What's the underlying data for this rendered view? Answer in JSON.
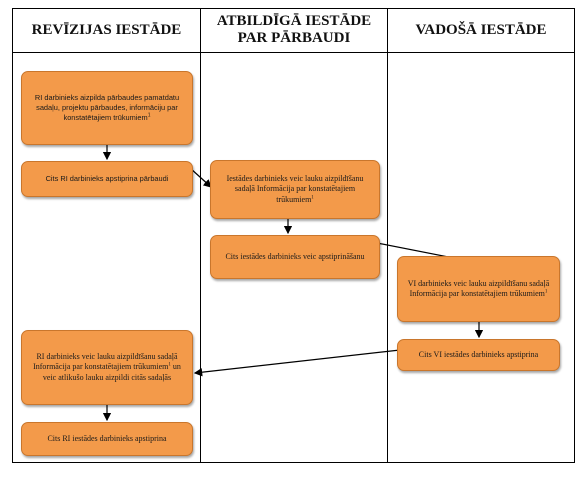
{
  "lanes": [
    {
      "title": "REVĪZIJAS IESTĀDE"
    },
    {
      "title": "ATBILDĪGĀ IESTĀDE PAR PĀRBAUDI"
    },
    {
      "title": "VADOŠĀ IESTĀDE"
    }
  ],
  "steps": {
    "ri_fill": {
      "text": "RI darbinieks aizpilda pārbaudes pamatdatu sadaļu, projektu pārbaudes, informāciju par konstatētajiem trūkumiem",
      "note": "1"
    },
    "ri_approve": {
      "text": "Cits RI darbinieks apstiprina pārbaudi"
    },
    "ai_fill": {
      "text": "Iestādes darbinieks veic lauku aizpildīšanu sadaļā Informācija par konstatētajiem trūkumiem",
      "note": "1"
    },
    "ai_approve": {
      "text": "Cits iestādes darbinieks veic apstiprināšanu"
    },
    "vi_fill": {
      "text": "VI darbinieks veic lauku aizpildīšanu sadaļā Informācija par konstatētajiem trūkumiem",
      "note": "1"
    },
    "vi_approve": {
      "text": "Cits VI iestādes darbinieks apstiprina"
    },
    "ri_final_fill": {
      "text_a": "RI darbinieks veic lauku aizpildīšanu sadaļā Informācija par konstatētajiem trūkumiem",
      "note": "1",
      "text_b": " un veic atlikušo lauku aizpildi citās sadaļās"
    },
    "ri_final_approve": {
      "text": "Cits RI iestādes darbinieks apstiprina"
    }
  },
  "colors": {
    "box_fill": "#f39a4a",
    "box_border": "#c9762c",
    "lines": "#000000"
  }
}
